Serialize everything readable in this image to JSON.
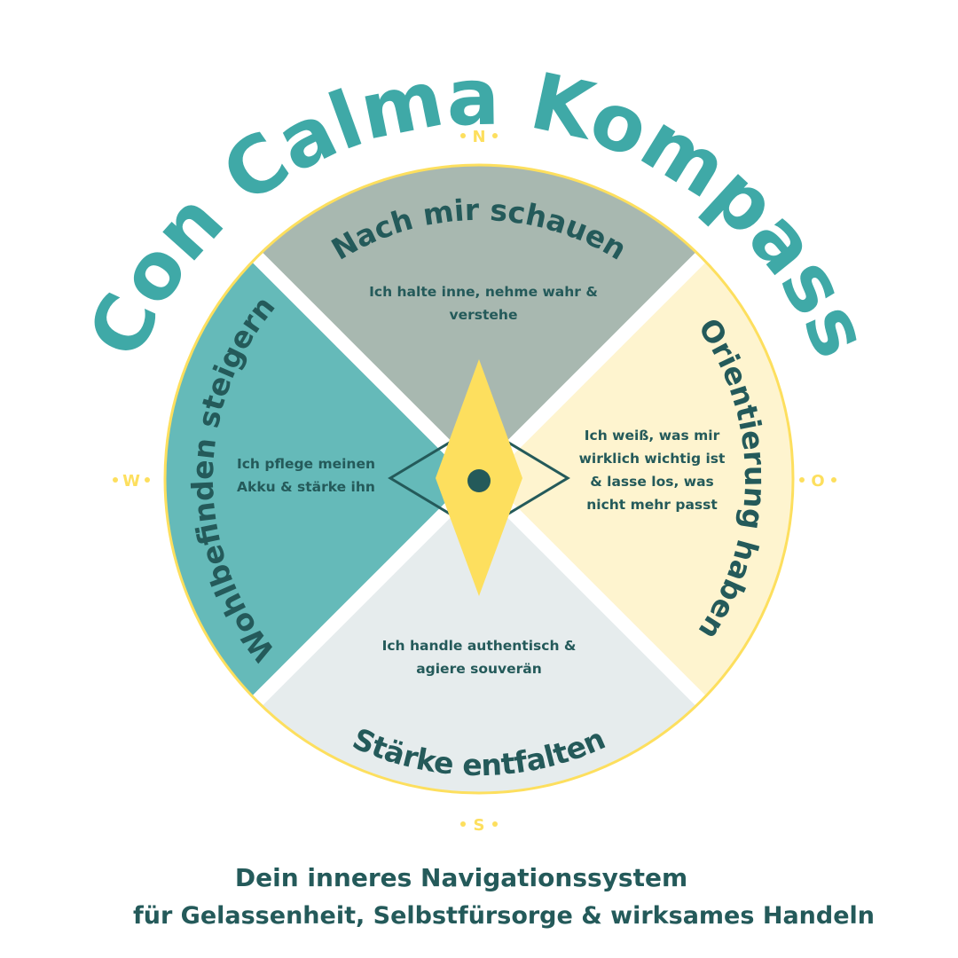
{
  "title": "Con Calma Kompass",
  "directions": {
    "north": "N",
    "east": "O",
    "south": "S",
    "west": "W"
  },
  "sectors": {
    "north": {
      "title": "Nach mir schauen",
      "lines": [
        "Ich halte inne, nehme wahr &",
        "verstehe"
      ]
    },
    "east": {
      "title": "Orientierung haben",
      "lines": [
        "Ich weiß, was mir",
        "wirklich wichtig ist",
        "& lasse los, was",
        "nicht mehr passt"
      ]
    },
    "south": {
      "title": "Stärke entfalten",
      "lines": [
        "Ich handle authentisch &",
        "agiere souverän"
      ]
    },
    "west": {
      "title": "Wohlbefinden steigern",
      "lines": [
        "Ich pflege meinen",
        "Akku & stärke ihn"
      ]
    }
  },
  "tagline": [
    "Dein inneres Navigationssystem",
    "für Gelassenheit, Selbstfürsorge & wirksames Handeln"
  ],
  "colors": {
    "teal": "#3fa9a7",
    "dark": "#245a5a",
    "yellow": "#fddf5e",
    "north": "#a8b8b0",
    "east": "#fef4cf",
    "south": "#e6eced",
    "west": "#65bab9"
  }
}
